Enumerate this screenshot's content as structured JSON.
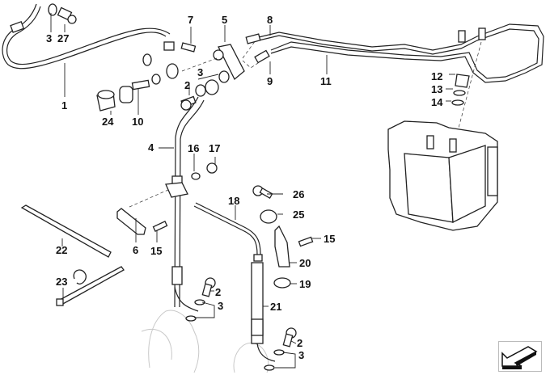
{
  "diagram": {
    "title": "Brake pipe front / ABS hydraulic unit exploded view",
    "callouts": [
      {
        "id": "c1",
        "label": "1"
      },
      {
        "id": "c2a",
        "label": "2"
      },
      {
        "id": "c2b",
        "label": "2"
      },
      {
        "id": "c2c",
        "label": "2"
      },
      {
        "id": "c3a",
        "label": "3"
      },
      {
        "id": "c3b",
        "label": "3"
      },
      {
        "id": "c3c",
        "label": "3"
      },
      {
        "id": "c3d",
        "label": "3"
      },
      {
        "id": "c4",
        "label": "4"
      },
      {
        "id": "c5",
        "label": "5"
      },
      {
        "id": "c6",
        "label": "6"
      },
      {
        "id": "c7",
        "label": "7"
      },
      {
        "id": "c8",
        "label": "8"
      },
      {
        "id": "c9",
        "label": "9"
      },
      {
        "id": "c10",
        "label": "10"
      },
      {
        "id": "c11",
        "label": "11"
      },
      {
        "id": "c12",
        "label": "12"
      },
      {
        "id": "c13",
        "label": "13"
      },
      {
        "id": "c14",
        "label": "14"
      },
      {
        "id": "c15a",
        "label": "15"
      },
      {
        "id": "c15b",
        "label": "15"
      },
      {
        "id": "c16",
        "label": "16"
      },
      {
        "id": "c17",
        "label": "17"
      },
      {
        "id": "c18",
        "label": "18"
      },
      {
        "id": "c19",
        "label": "19"
      },
      {
        "id": "c20",
        "label": "20"
      },
      {
        "id": "c21",
        "label": "21"
      },
      {
        "id": "c22",
        "label": "22"
      },
      {
        "id": "c23",
        "label": "23"
      },
      {
        "id": "c24",
        "label": "24"
      },
      {
        "id": "c25",
        "label": "25"
      },
      {
        "id": "c26",
        "label": "26"
      },
      {
        "id": "c27",
        "label": "27"
      }
    ],
    "nav_arrow_icon": "back-arrow-icon"
  }
}
